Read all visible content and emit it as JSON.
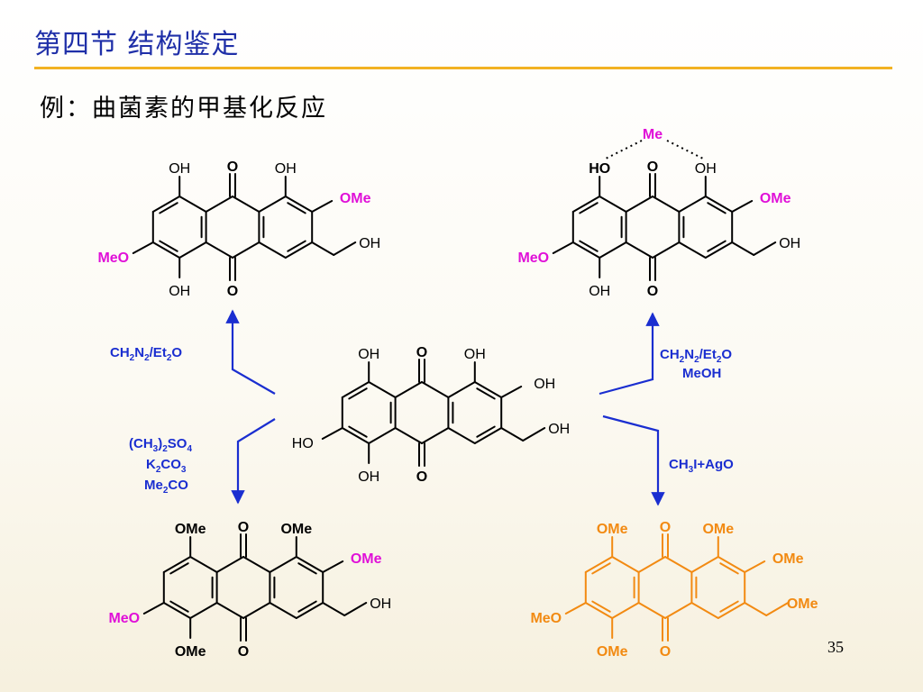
{
  "header": {
    "title": "第四节  结构鉴定",
    "subtitle": "例：曲菌素的甲基化反应"
  },
  "page_number": "35",
  "colors": {
    "accent_rule": "#f2b223",
    "title": "#1f2fa8",
    "reagent": "#1a2ed0",
    "methoxy": "#e010d8",
    "product_orange": "#f28a12"
  },
  "reagents": {
    "top_left": "CH2N2/Et2O",
    "top_right_1": "CH2N2/Et2O",
    "top_right_2": "MeOH",
    "bottom_left_1": "(CH3)2SO4",
    "bottom_left_2": "K2CO3",
    "bottom_left_3": "Me2CO",
    "bottom_right": "CH3I+AgO"
  },
  "molecules": {
    "center": {
      "labels": [
        "OH",
        "O",
        "OH",
        "OH",
        "HO",
        "OH",
        "OH",
        "O"
      ]
    },
    "top_left": {
      "labels": [
        "OH",
        "O",
        "OH",
        "OMe",
        "MeO",
        "OH",
        "OH",
        "O"
      ]
    },
    "top_right": {
      "labels": [
        "Me",
        "HO",
        "O",
        "OH",
        "OMe",
        "MeO",
        "OH",
        "OH",
        "O"
      ]
    },
    "bottom_left": {
      "labels": [
        "OMe",
        "O",
        "OMe",
        "OMe",
        "MeO",
        "OH",
        "OMe",
        "O"
      ]
    },
    "bottom_right": {
      "labels": [
        "OMe",
        "O",
        "OMe",
        "OMe",
        "MeO",
        "OMe",
        "OMe",
        "O"
      ]
    }
  }
}
